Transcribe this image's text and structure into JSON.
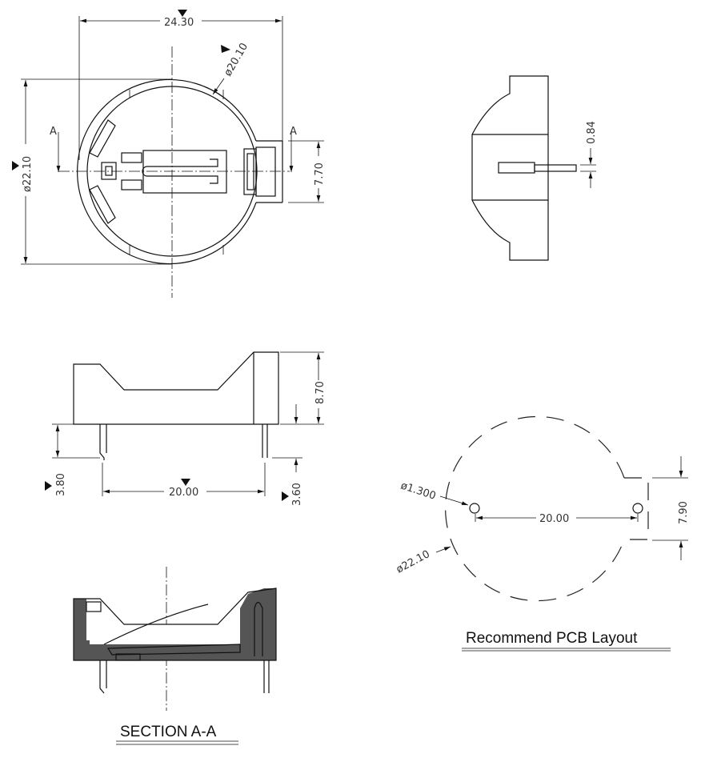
{
  "top_view": {
    "width_dim": "24.30",
    "inner_diameter_dim": "ø20.10",
    "outer_diameter_dim": "ø22.10",
    "tab_height_dim": "7.70",
    "section_mark_left": "A",
    "section_mark_right": "A"
  },
  "side_view": {
    "contact_thickness_dim": "0.84"
  },
  "front_view": {
    "height_dim": "8.70",
    "left_pin_dim": "3.80",
    "pin_spacing_dim": "20.00",
    "right_pin_dim": "3.60"
  },
  "section_view": {
    "title": "SECTION A-A"
  },
  "pcb_layout": {
    "title": "Recommend PCB Layout",
    "hole_dim": "ø1.300",
    "outline_dim": "ø22.10",
    "hole_spacing_dim": "20.00",
    "tab_dim": "7.90"
  }
}
